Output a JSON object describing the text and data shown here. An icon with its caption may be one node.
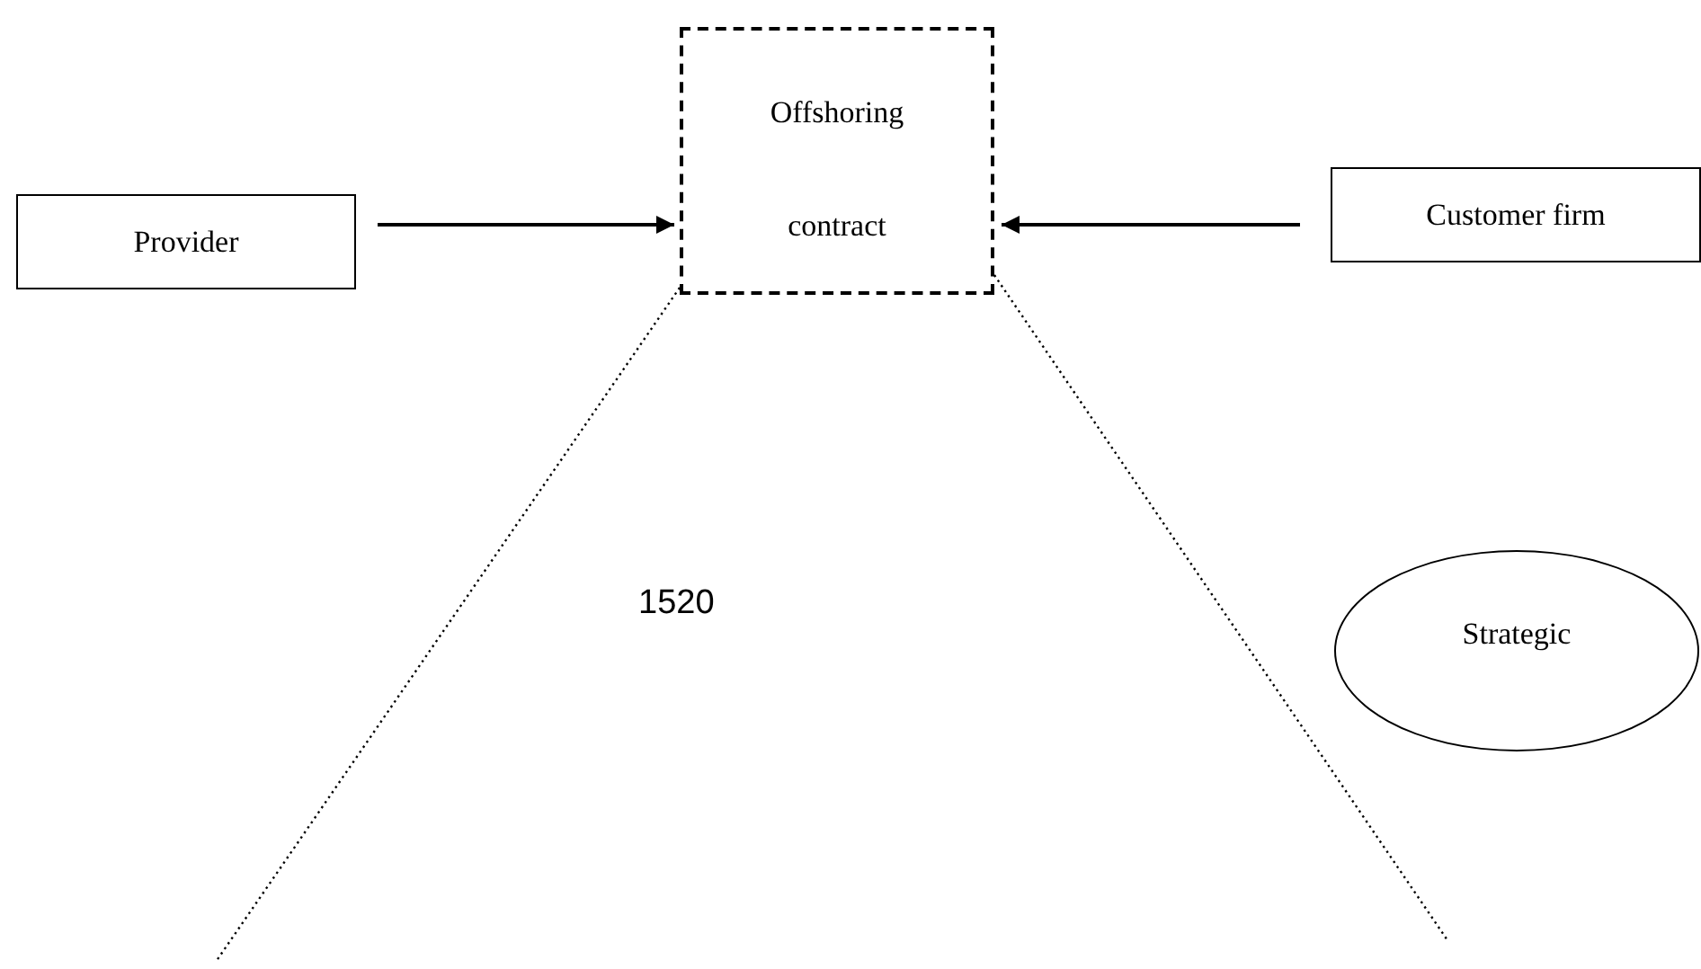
{
  "diagram": {
    "nodes": [
      {
        "text": [
          "Provider"
        ]
      },
      {
        "text": [
          "Offshoring contract"
        ]
      },
      {
        "text": [
          "Customer firm"
        ]
      },
      {
        "text": [
          "Strategic"
        ]
      }
    ],
    "edges": [
      {
        "from": 0,
        "to": 1,
        "arrow": "to"
      },
      {
        "from": 2,
        "to": 1,
        "arrow": "to"
      },
      {
        "from": 1,
        "to": null,
        "arrow": "none",
        "style": "dashed"
      },
      {
        "from": 1,
        "to": null,
        "arrow": "none",
        "style": "dashed"
      }
    ],
    "labels": [
      "1520"
    ]
  }
}
